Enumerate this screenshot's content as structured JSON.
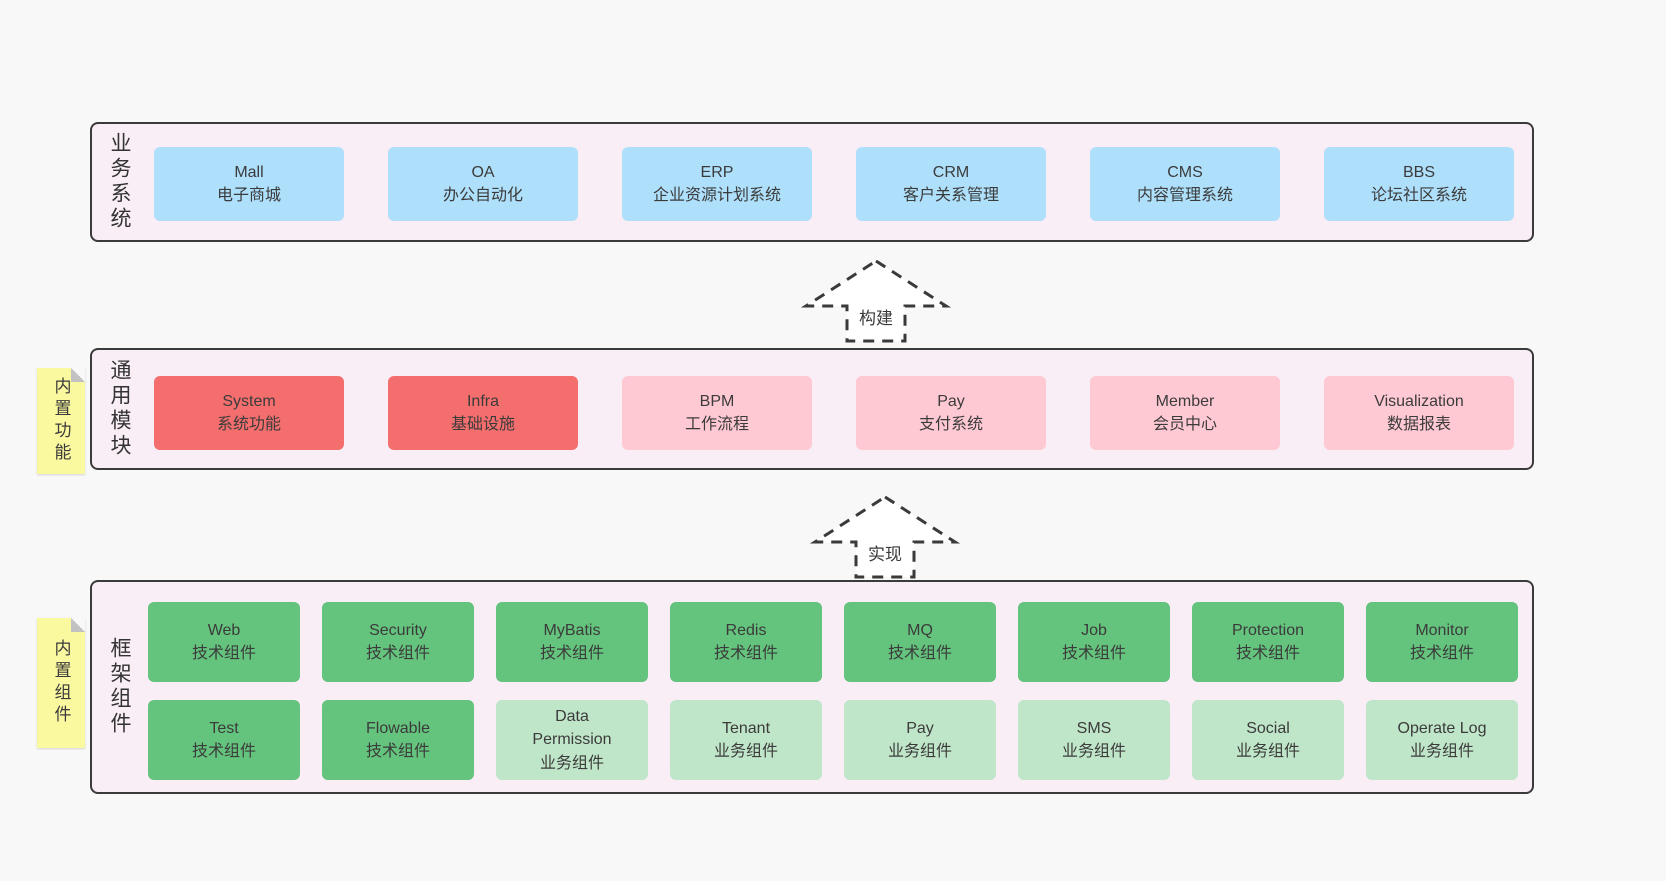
{
  "palette": {
    "page_bg": "#f8f8f8",
    "layer_bg": "#f9eef6",
    "layer_border": "#3b3b3b",
    "blue": "#aedffb",
    "red": "#f56e6e",
    "pink": "#ffc9d3",
    "green": "#64c37d",
    "light_green": "#c0e6c9",
    "note_yellow": "#fbf9a0",
    "arrow_stroke": "#3a3a3a"
  },
  "layers": [
    {
      "label": "业务系统",
      "boxes": [
        {
          "title": "Mall",
          "subtitle": "电子商城"
        },
        {
          "title": "OA",
          "subtitle": "办公自动化"
        },
        {
          "title": "ERP",
          "subtitle": "企业资源计划系统"
        },
        {
          "title": "CRM",
          "subtitle": "客户关系管理"
        },
        {
          "title": "CMS",
          "subtitle": "内容管理系统"
        },
        {
          "title": "BBS",
          "subtitle": "论坛社区系统"
        }
      ]
    },
    {
      "label": "通用模块",
      "note": "内置功能",
      "boxes": [
        {
          "title": "System",
          "subtitle": "系统功能"
        },
        {
          "title": "Infra",
          "subtitle": "基础设施"
        },
        {
          "title": "BPM",
          "subtitle": "工作流程"
        },
        {
          "title": "Pay",
          "subtitle": "支付系统"
        },
        {
          "title": "Member",
          "subtitle": "会员中心"
        },
        {
          "title": "Visualization",
          "subtitle": "数据报表"
        }
      ]
    },
    {
      "label": "框架组件",
      "note": "内置组件",
      "rows": [
        [
          {
            "title": "Web",
            "subtitle": "技术组件"
          },
          {
            "title": "Security",
            "subtitle": "技术组件"
          },
          {
            "title": "MyBatis",
            "subtitle": "技术组件"
          },
          {
            "title": "Redis",
            "subtitle": "技术组件"
          },
          {
            "title": "MQ",
            "subtitle": "技术组件"
          },
          {
            "title": "Job",
            "subtitle": "技术组件"
          },
          {
            "title": "Protection",
            "subtitle": "技术组件"
          },
          {
            "title": "Monitor",
            "subtitle": "技术组件"
          }
        ],
        [
          {
            "title": "Test",
            "subtitle": "技术组件"
          },
          {
            "title": "Flowable",
            "subtitle": "技术组件"
          },
          {
            "title": "Data Permission",
            "subtitle": "业务组件"
          },
          {
            "title": "Tenant",
            "subtitle": "业务组件"
          },
          {
            "title": "Pay",
            "subtitle": "业务组件"
          },
          {
            "title": "SMS",
            "subtitle": "业务组件"
          },
          {
            "title": "Social",
            "subtitle": "业务组件"
          },
          {
            "title": "Operate Log",
            "subtitle": "业务组件"
          }
        ]
      ]
    }
  ],
  "arrows": [
    {
      "label": "构建"
    },
    {
      "label": "实现"
    }
  ]
}
